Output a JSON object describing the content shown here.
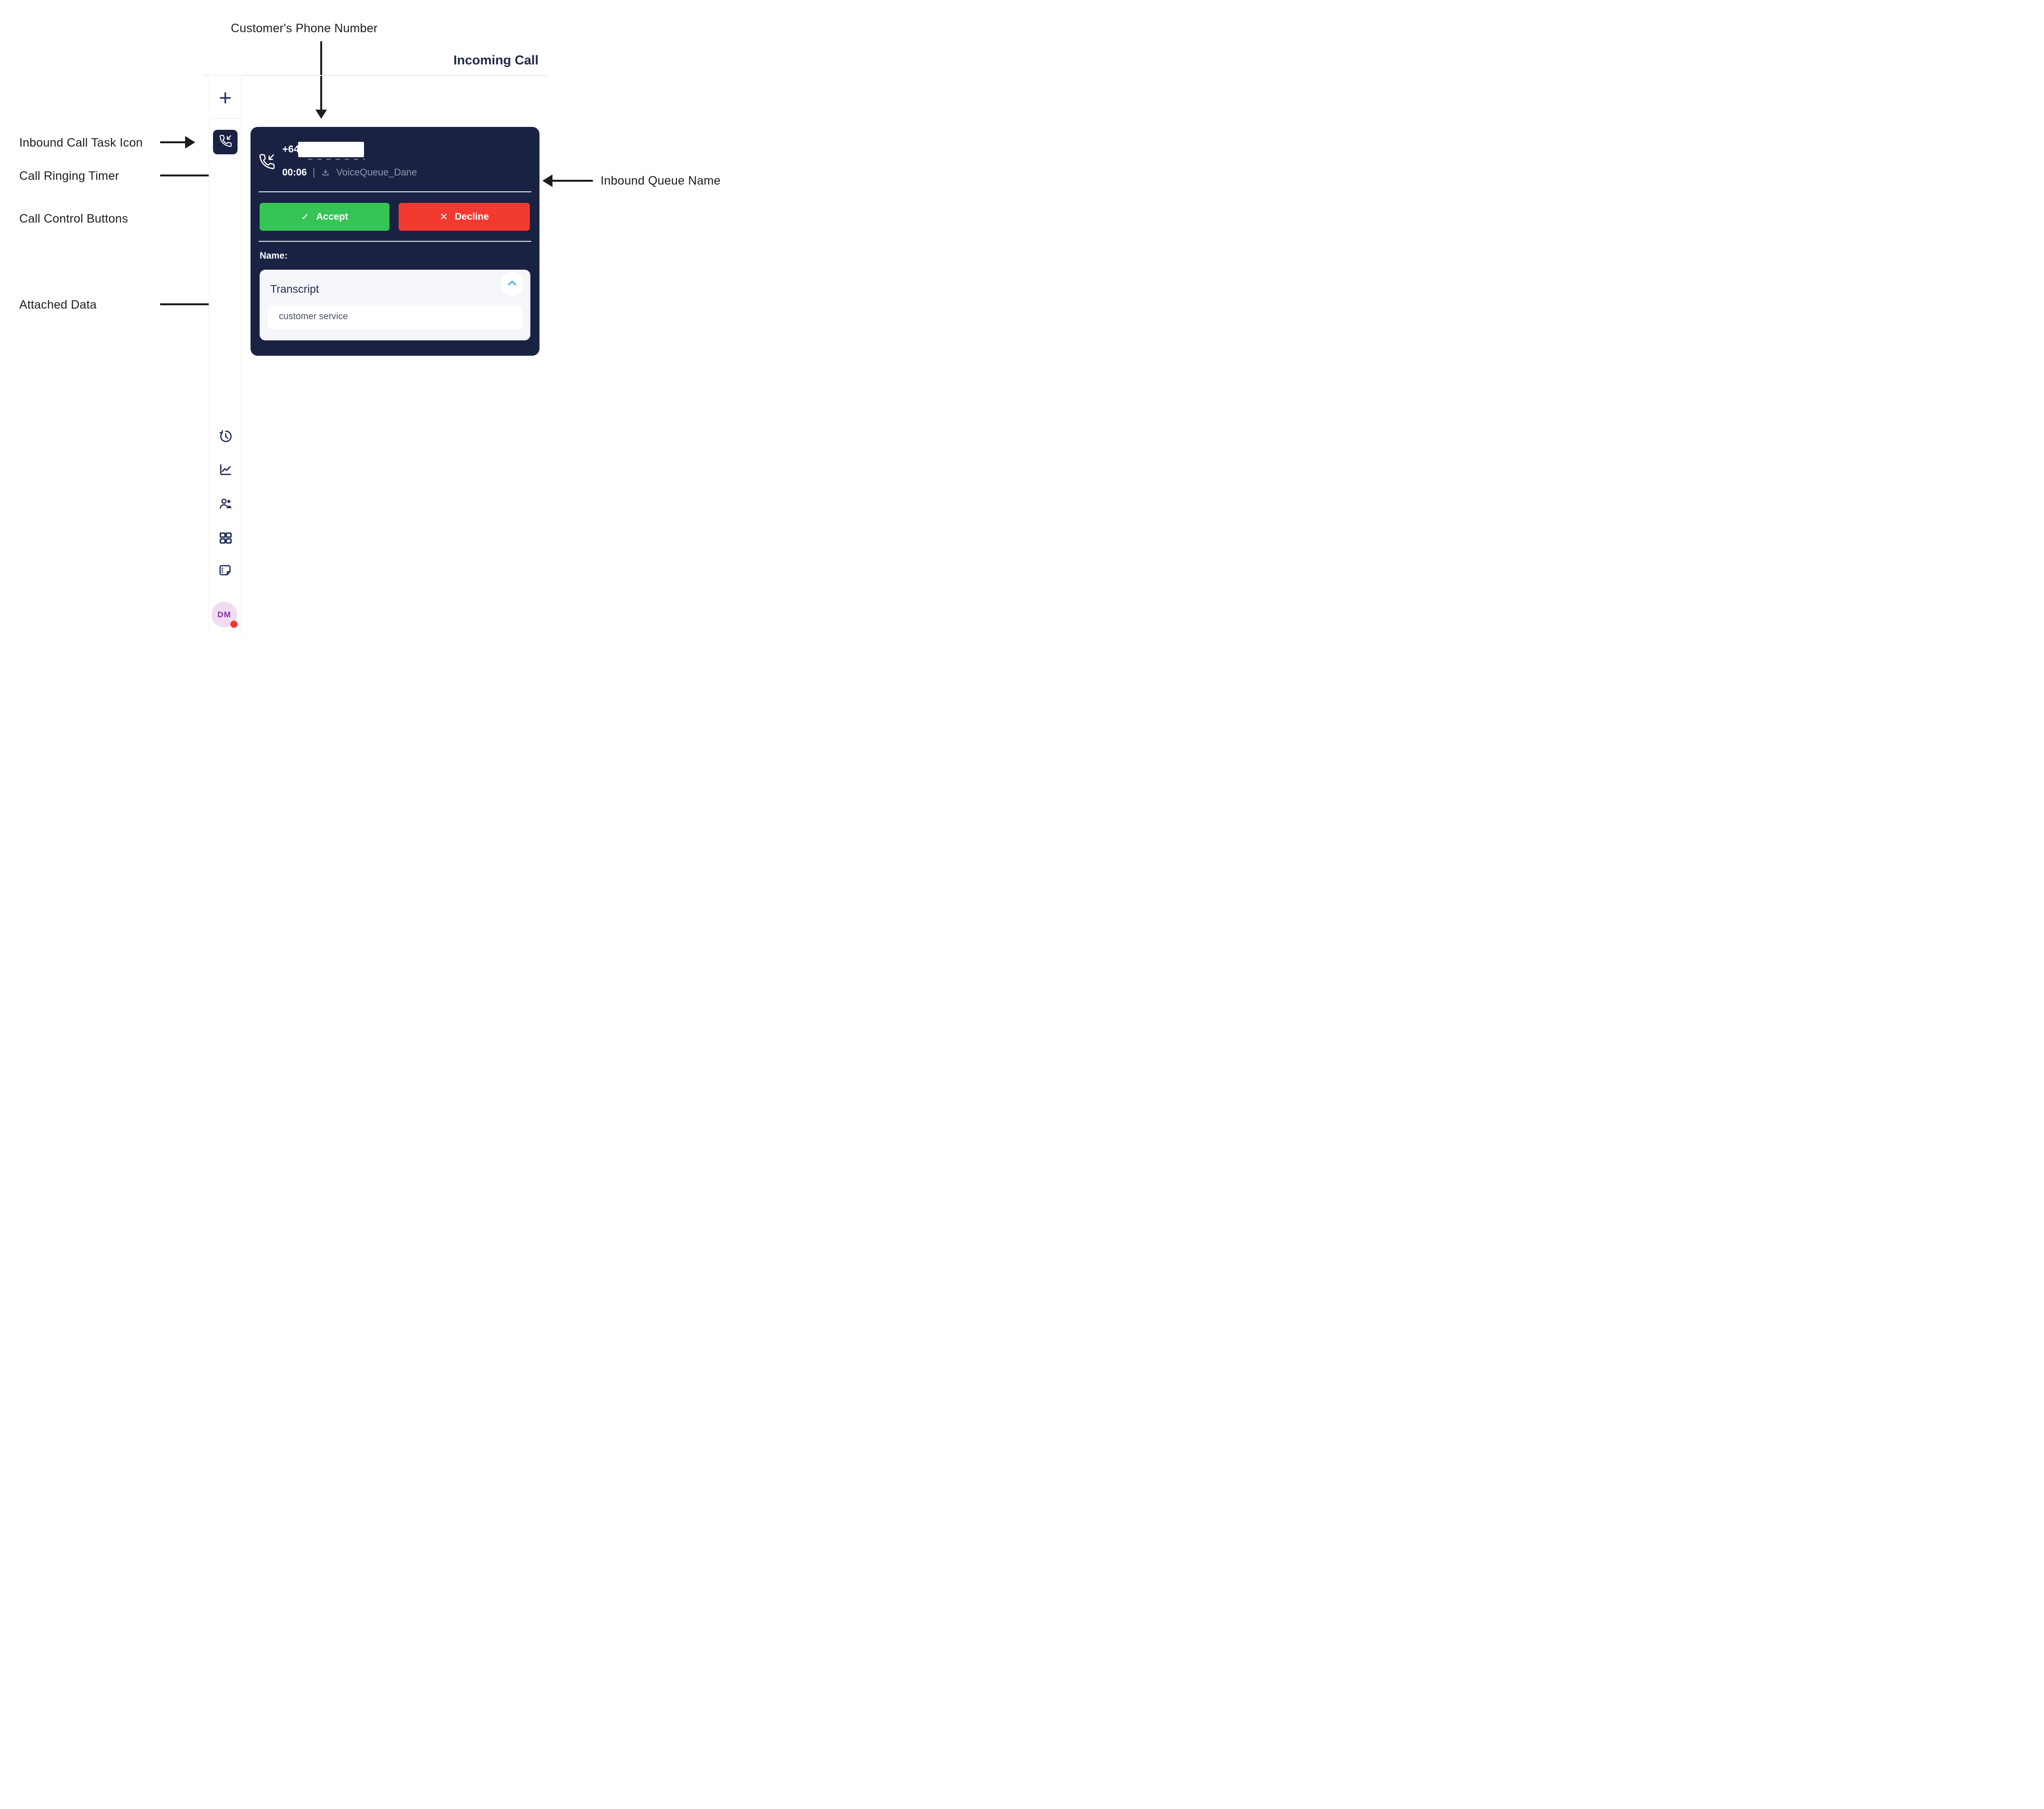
{
  "annotations": {
    "customer_phone_label": "Customer's Phone Number",
    "inbound_task_label": "Inbound Call Task Icon",
    "ringing_timer_label": "Call Ringing Timer",
    "call_controls_label": "Call Control Buttons",
    "attached_data_label": "Attached Data",
    "queue_name_label": "Inbound Queue Name"
  },
  "header": {
    "title": "Incoming Call"
  },
  "sidebar": {
    "add_task_glyph": "+",
    "task_icon": "inbound-call-icon",
    "nav_icons": [
      "history-icon",
      "insights-chart-icon",
      "contacts-icon",
      "apps-grid-icon",
      "notes-icon"
    ],
    "avatar": {
      "initials": "DM",
      "status_color": "#f8372b",
      "background": "#efdcf3"
    }
  },
  "call_card": {
    "background": "#1a2244",
    "phone_prefix": "+64",
    "timer": "00:06",
    "divider": "|",
    "queue_name": "VoiceQueue_Dane",
    "accept": {
      "label": "Accept",
      "icon_glyph": "✓",
      "color": "#35c455"
    },
    "decline": {
      "label": "Decline",
      "icon_glyph": "✕",
      "color": "#f23a31"
    },
    "name_label": "Name:",
    "attached_data": {
      "title": "Transcript",
      "value": "customer service"
    }
  }
}
